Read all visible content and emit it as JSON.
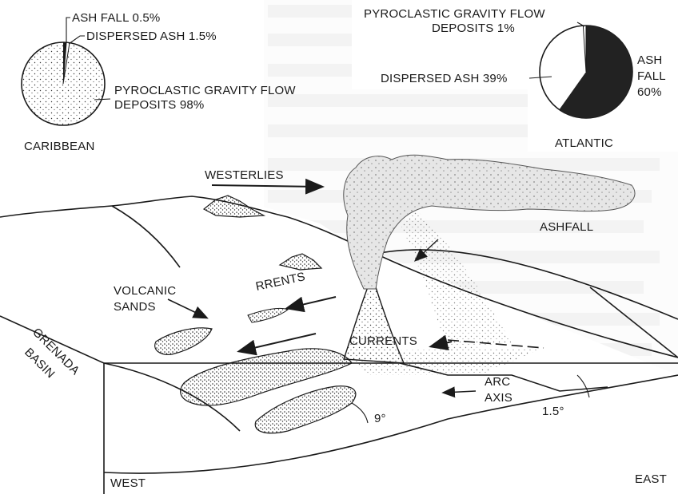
{
  "caribbean_pie": {
    "region_label": "CARIBBEAN",
    "slices": [
      {
        "label": "ASH FALL",
        "percent_text": "0.5%",
        "value": 0.5
      },
      {
        "label": "DISPERSED ASH",
        "percent_text": "1.5%",
        "value": 1.5
      },
      {
        "label": "PYROCLASTIC GRAVITY FLOW",
        "label_line2": "DEPOSITS",
        "percent_text": "98%",
        "value": 98
      }
    ]
  },
  "atlantic_pie": {
    "region_label": "ATLANTIC",
    "slices": [
      {
        "label": "PYROCLASTIC GRAVITY FLOW",
        "label_line2": "DEPOSITS",
        "percent_text": "1%",
        "value": 1
      },
      {
        "label": "DISPERSED ASH",
        "percent_text": "39%",
        "value": 39
      },
      {
        "label": "ASH",
        "label_line2": "FALL",
        "percent_text": "60%",
        "value": 60
      }
    ]
  },
  "labels": {
    "westerlies": "WESTERLIES",
    "ashfall": "ASHFALL",
    "volcanic_sands_1": "VOLCANIC",
    "volcanic_sands_2": "SANDS",
    "currents_upper": "RRENTS",
    "currents_lower": "CURRENTS",
    "grenada_1": "GRENADA",
    "grenada_2": "BASIN",
    "arc_axis_1": "ARC",
    "arc_axis_2": "AXIS",
    "angle_9": "9°",
    "angle_15": "1.5°",
    "west": "WEST",
    "east": "EAST"
  },
  "colors": {
    "ink": "#1a1a1a",
    "paper": "#ffffff",
    "pie_dark": "#222222"
  }
}
